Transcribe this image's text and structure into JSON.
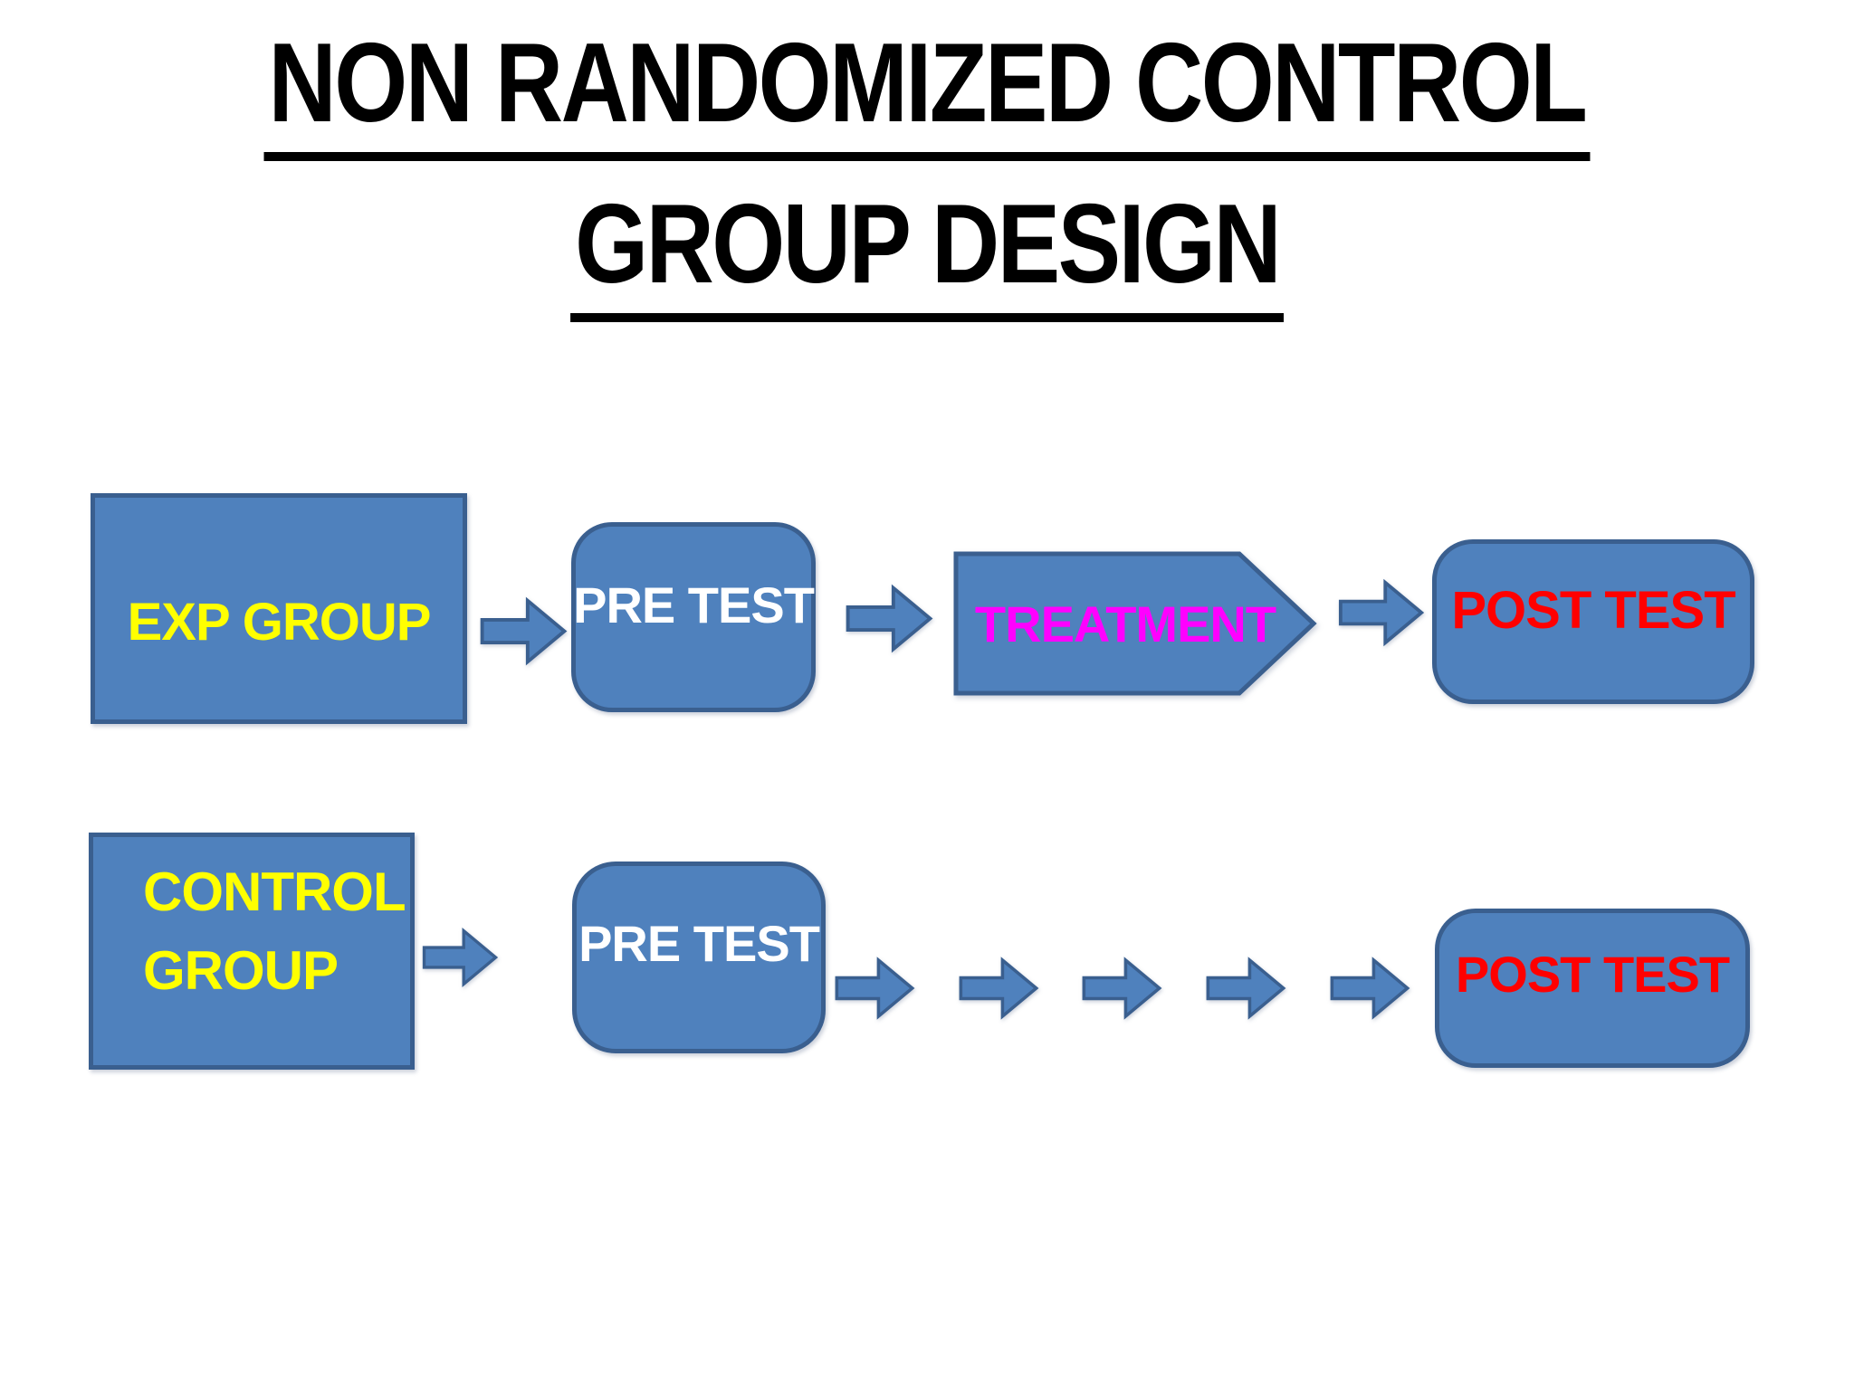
{
  "diagram_type": "flowchart",
  "title": {
    "line1": "NON RANDOMIZED CONTROL",
    "line2": "GROUP DESIGN"
  },
  "rows": {
    "experimental": {
      "exp_group": "EXP GROUP",
      "pre_test": "PRE TEST",
      "treatment": "TREATMENT",
      "post_test": "POST TEST"
    },
    "control": {
      "control_group": "CONTROL GROUP",
      "pre_test": "PRE TEST",
      "post_test": "POST TEST",
      "arrow_count_between_pre_and_post": 5
    }
  },
  "icons": {
    "flow_arrow": "right-block-arrow"
  },
  "colors": {
    "background": "#ffffff",
    "shape_fill": "#4f81bd",
    "shape_border": "#3a5f8f",
    "title_text": "#000000",
    "exp_group_text": "#ffff00",
    "control_group_text": "#ffff00",
    "pre_test_text": "#ffffff",
    "treatment_text": "#ff00ff",
    "post_test_text": "#ff0000"
  }
}
